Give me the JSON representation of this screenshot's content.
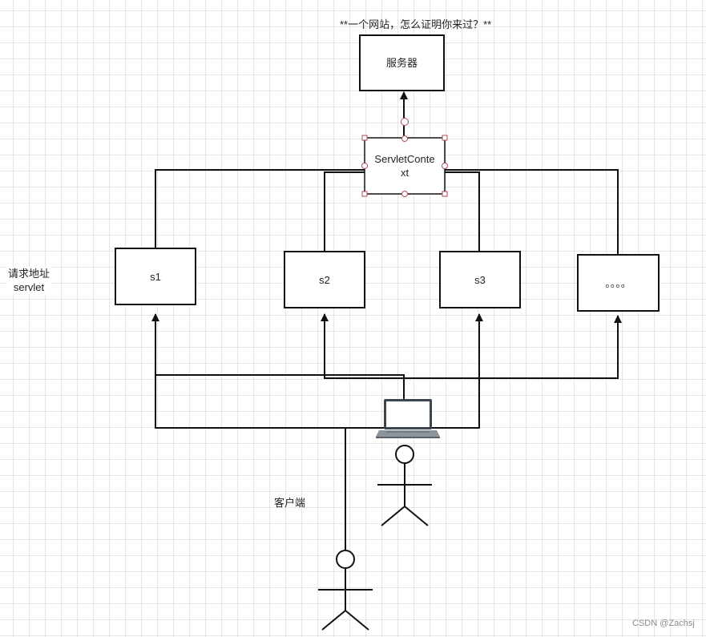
{
  "title": "**一个网站，怎么证明你来过？**",
  "server": {
    "label": "服务器"
  },
  "context": {
    "line1": "ServletConte",
    "line2": "xt"
  },
  "servlets": [
    {
      "label": "s1"
    },
    {
      "label": "s2"
    },
    {
      "label": "s3"
    },
    {
      "label": "。。。。"
    }
  ],
  "side_label": {
    "line1": "请求地址",
    "line2": "servlet"
  },
  "client": {
    "label": "客户端"
  },
  "watermark": "CSDN @Zachsj"
}
